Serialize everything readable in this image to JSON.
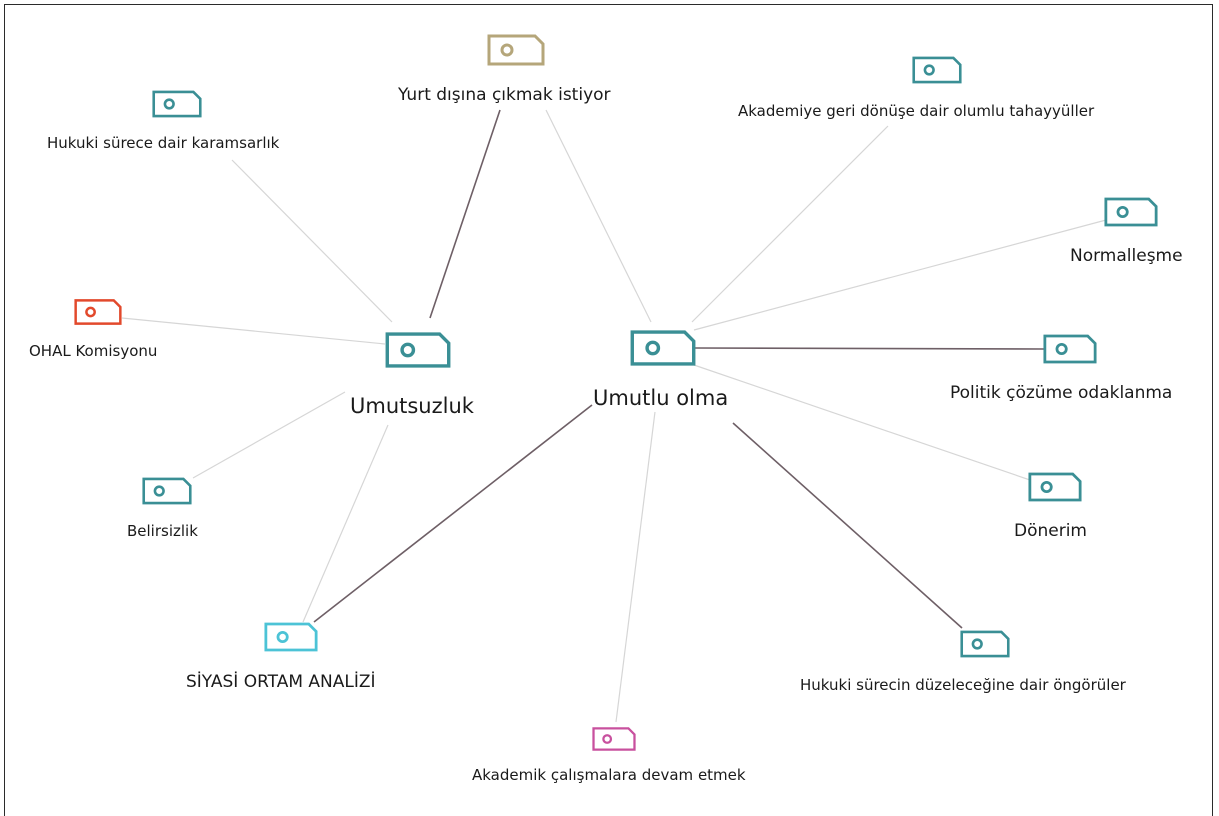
{
  "colors": {
    "teal": "#3a8f95",
    "olive": "#b5a67a",
    "red": "#e2492c",
    "cyan": "#4cc3d6",
    "magenta": "#c8509e",
    "edge_light": "#d6d6d6",
    "edge_dark": "#6e5f66"
  },
  "nodes": {
    "umutsuzluk": {
      "label": "Umutsuzluk",
      "color": "teal",
      "icon": "code-node-icon"
    },
    "umutlu_olma": {
      "label": "Umutlu olma",
      "color": "teal",
      "icon": "code-node-icon"
    },
    "yurt_disina": {
      "label": "Yurt dışına çıkmak istiyor",
      "color": "olive",
      "icon": "code-node-icon"
    },
    "hukuki_karamsarlik": {
      "label": "Hukuki sürece dair karamsarlık",
      "color": "teal",
      "icon": "code-node-icon"
    },
    "ohal": {
      "label": "OHAL Komisyonu",
      "color": "red",
      "icon": "code-node-icon"
    },
    "belirsizlik": {
      "label": "Belirsizlik",
      "color": "teal",
      "icon": "code-node-icon"
    },
    "siyasi_ortam": {
      "label": "SİYASİ ORTAM ANALİZİ",
      "color": "cyan",
      "icon": "code-node-icon"
    },
    "akademik_calisma": {
      "label": "Akademik çalışmalara devam etmek",
      "color": "magenta",
      "icon": "code-node-icon"
    },
    "akademiye_geri": {
      "label": "Akademiye geri dönüşe dair olumlu tahayyüller",
      "color": "teal",
      "icon": "code-node-icon"
    },
    "normallesme": {
      "label": "Normalleşme",
      "color": "teal",
      "icon": "code-node-icon"
    },
    "politik_cozum": {
      "label": "Politik çözüme odaklanma",
      "color": "teal",
      "icon": "code-node-icon"
    },
    "donerim": {
      "label": "Dönerim",
      "color": "teal",
      "icon": "code-node-icon"
    },
    "hukuki_duzelecek": {
      "label": "Hukuki sürecin düzeleceğine dair öngörüler",
      "color": "teal",
      "icon": "code-node-icon"
    }
  },
  "edges": [
    {
      "from": "umutsuzluk",
      "to": "yurt_disina",
      "weight": "dark"
    },
    {
      "from": "umutsuzluk",
      "to": "hukuki_karamsarlik",
      "weight": "light"
    },
    {
      "from": "umutsuzluk",
      "to": "ohal",
      "weight": "light"
    },
    {
      "from": "umutsuzluk",
      "to": "belirsizlik",
      "weight": "light"
    },
    {
      "from": "umutsuzluk",
      "to": "siyasi_ortam",
      "weight": "light"
    },
    {
      "from": "umutlu_olma",
      "to": "yurt_disina",
      "weight": "light"
    },
    {
      "from": "umutlu_olma",
      "to": "akademiye_geri",
      "weight": "light"
    },
    {
      "from": "umutlu_olma",
      "to": "normallesme",
      "weight": "light"
    },
    {
      "from": "umutlu_olma",
      "to": "politik_cozum",
      "weight": "dark"
    },
    {
      "from": "umutlu_olma",
      "to": "donerim",
      "weight": "light"
    },
    {
      "from": "umutlu_olma",
      "to": "hukuki_duzelecek",
      "weight": "dark"
    },
    {
      "from": "umutlu_olma",
      "to": "akademik_calisma",
      "weight": "light"
    },
    {
      "from": "umutlu_olma",
      "to": "siyasi_ortam",
      "weight": "dark"
    }
  ]
}
